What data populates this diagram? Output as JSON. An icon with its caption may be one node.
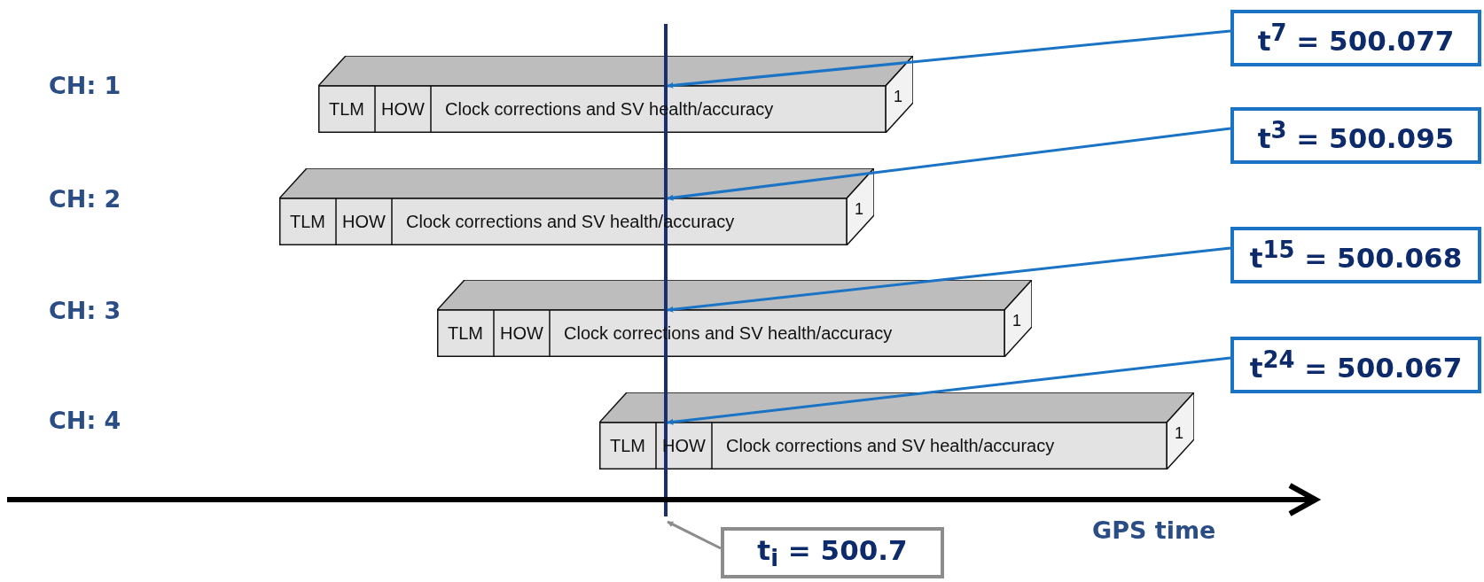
{
  "diagram": {
    "nodes": [
      {
        "text": [
          "TLM",
          "HOW",
          "Clock corrections and SV health/accuracy",
          "1"
        ]
      },
      {
        "text": [
          "TLM",
          "HOW",
          "Clock corrections and SV health/accuracy",
          "1"
        ]
      },
      {
        "text": [
          "TLM",
          "HOW",
          "Clock corrections and SV health/accuracy",
          "1"
        ]
      },
      {
        "text": [
          "TLM",
          "HOW",
          "Clock corrections and SV health/accuracy",
          "1"
        ]
      },
      {
        "text": [
          "t$^{7}$ = 500.077"
        ]
      },
      {
        "text": [
          "t$^{3}$ = 500.095"
        ]
      },
      {
        "text": [
          "t$^{15}$ = 500.068"
        ]
      },
      {
        "text": [
          "t$^{24}$ = 500.067"
        ]
      },
      {
        "text": [],
        "shape": "line"
      },
      {
        "text": [
          "t$_{i}$ = 500.7"
        ]
      }
    ],
    "edges": [
      {
        "from": 4,
        "to": 0,
        "arrow": "to"
      },
      {
        "from": 5,
        "to": 1,
        "arrow": "to"
      },
      {
        "from": 6,
        "to": 2,
        "arrow": "to"
      },
      {
        "from": 7,
        "to": 3,
        "arrow": "to"
      },
      {
        "from": 9,
        "to": 8,
        "arrow": "to",
        "color": "#8c8c8c"
      }
    ],
    "labels": [
      "CH: 1",
      "CH: 2",
      "CH: 3",
      "CH: 4",
      "GPS time"
    ]
  }
}
